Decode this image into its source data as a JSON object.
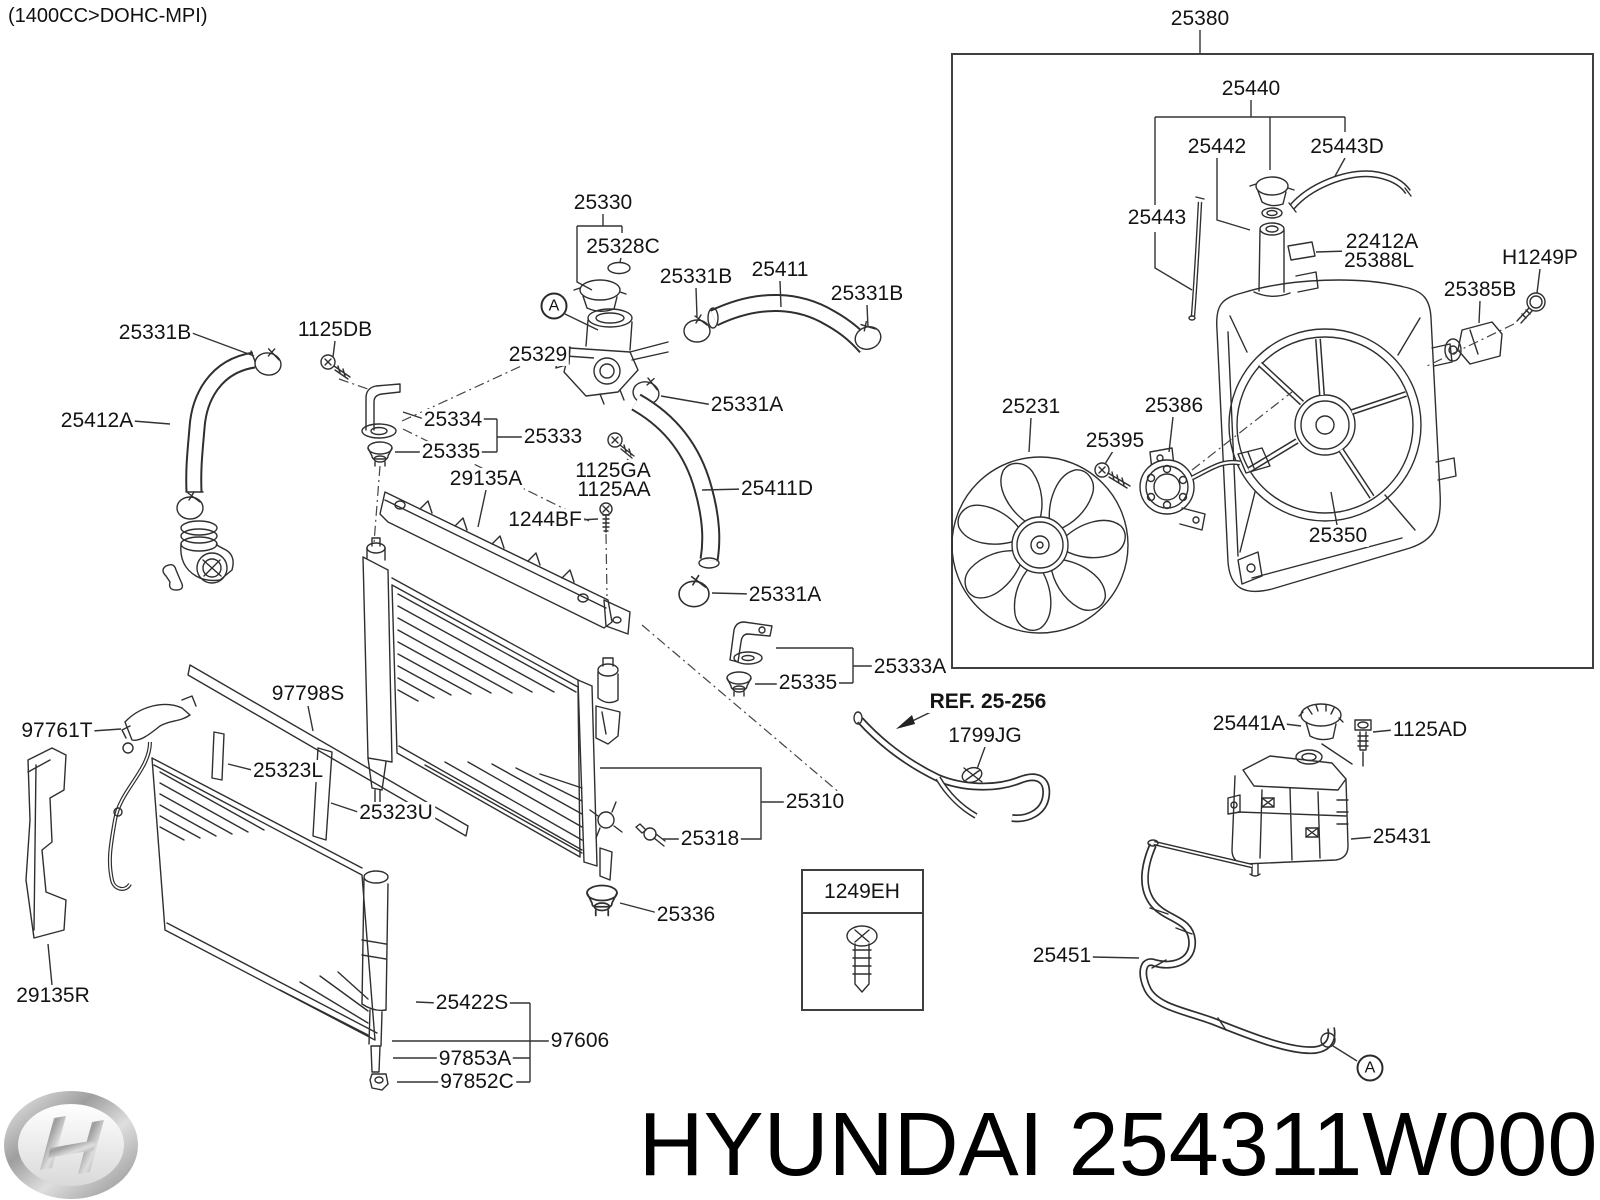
{
  "header": {
    "variant_code": "(1400CC>DOHC-MPI)"
  },
  "footer": {
    "brand_code": "HYUNDAI 254311W000"
  },
  "labels": {
    "p25331b": "25331B",
    "p1125db": "1125DB",
    "p25330": "25330",
    "p25328c": "25328C",
    "p25411": "25411",
    "p25380": "25380",
    "p25440": "25440",
    "p25442": "25442",
    "p25443d": "25443D",
    "p25443": "25443",
    "p22412a": "22412A",
    "p25388l": "25388L",
    "ph1249p": "H1249P",
    "p25385b": "25385B",
    "p25412a": "25412A",
    "p25329": "25329",
    "p25331a": "25331A",
    "p25231": "25231",
    "p25386": "25386",
    "p25395": "25395",
    "p25350": "25350",
    "p25334": "25334",
    "p25335": "25335",
    "p25333": "25333",
    "p29135a": "29135A",
    "p1125ga": "1125GA",
    "p1125aa": "1125AA",
    "p25411d": "25411D",
    "p1244bf": "1244BF",
    "p25333a": "25333A",
    "ref_25_256": "REF. 25-256",
    "p1799jg": "1799JG",
    "p25441a": "25441A",
    "p1125ad": "1125AD",
    "p97798s": "97798S",
    "p97761t": "97761T",
    "p25323l": "25323L",
    "p25310": "25310",
    "p25323u": "25323U",
    "p25431": "25431",
    "p25318": "25318",
    "p25336": "25336",
    "p1249eh": "1249EH",
    "p25451": "25451",
    "p29135r": "29135R",
    "p25422s": "25422S",
    "p97606": "97606",
    "p97853a": "97853A",
    "p97852c": "97852C",
    "detail_marker": "A"
  },
  "colors": {
    "background": "#ffffff",
    "line_art": "#2f2f2f",
    "label_text": "#141414",
    "logo_silver": "#b5b5b5"
  }
}
